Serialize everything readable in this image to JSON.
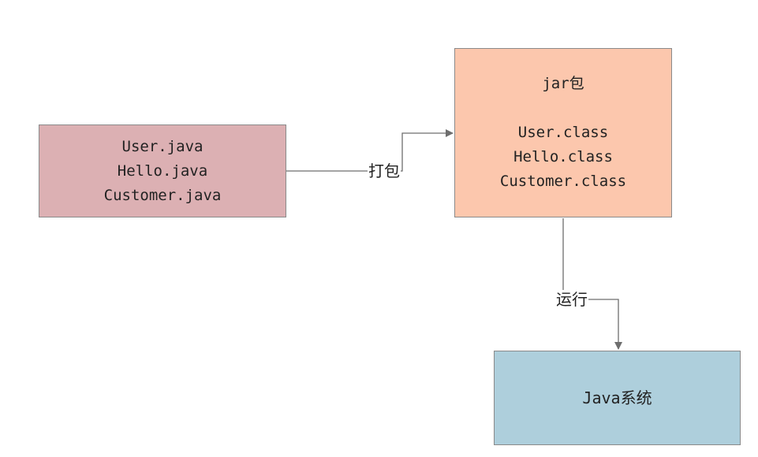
{
  "diagram": {
    "source_box": {
      "files": [
        "User.java",
        "Hello.java",
        "Customer.java"
      ],
      "fill": "#dcb0b3"
    },
    "jar_box": {
      "title": "jar包",
      "files": [
        "User.class",
        "Hello.class",
        "Customer.class"
      ],
      "fill": "#fcc7ad"
    },
    "system_box": {
      "title": "Java系统",
      "fill": "#aecfdc"
    },
    "edges": {
      "package_label": "打包",
      "run_label": "运行",
      "line_color": "#6e6e6e"
    }
  }
}
